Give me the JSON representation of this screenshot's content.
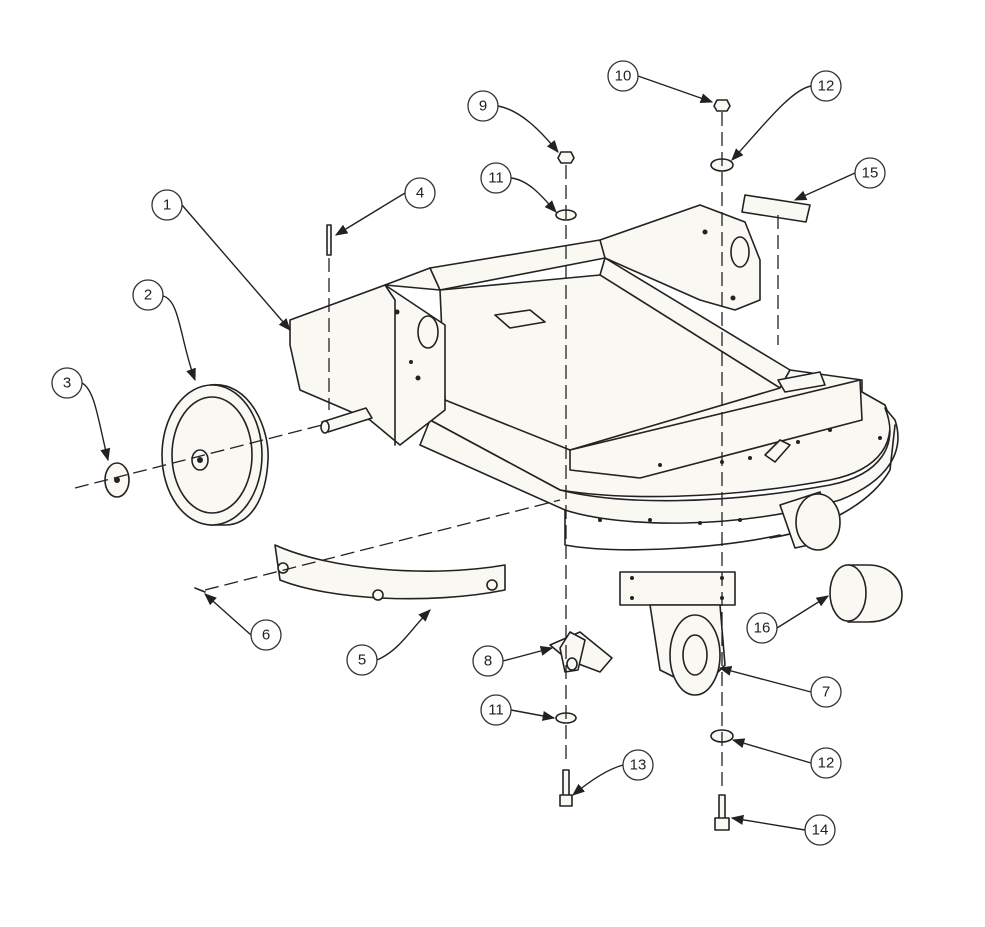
{
  "diagram": {
    "type": "exploded-parts-view",
    "callouts": [
      {
        "label": "1"
      },
      {
        "label": "2"
      },
      {
        "label": "3"
      },
      {
        "label": "4"
      },
      {
        "label": "5"
      },
      {
        "label": "6"
      },
      {
        "label": "7"
      },
      {
        "label": "8"
      },
      {
        "label": "9"
      },
      {
        "label": "10"
      },
      {
        "label": "11"
      },
      {
        "label": "11"
      },
      {
        "label": "12"
      },
      {
        "label": "12"
      },
      {
        "label": "13"
      },
      {
        "label": "14"
      },
      {
        "label": "15"
      },
      {
        "label": "16"
      }
    ]
  }
}
